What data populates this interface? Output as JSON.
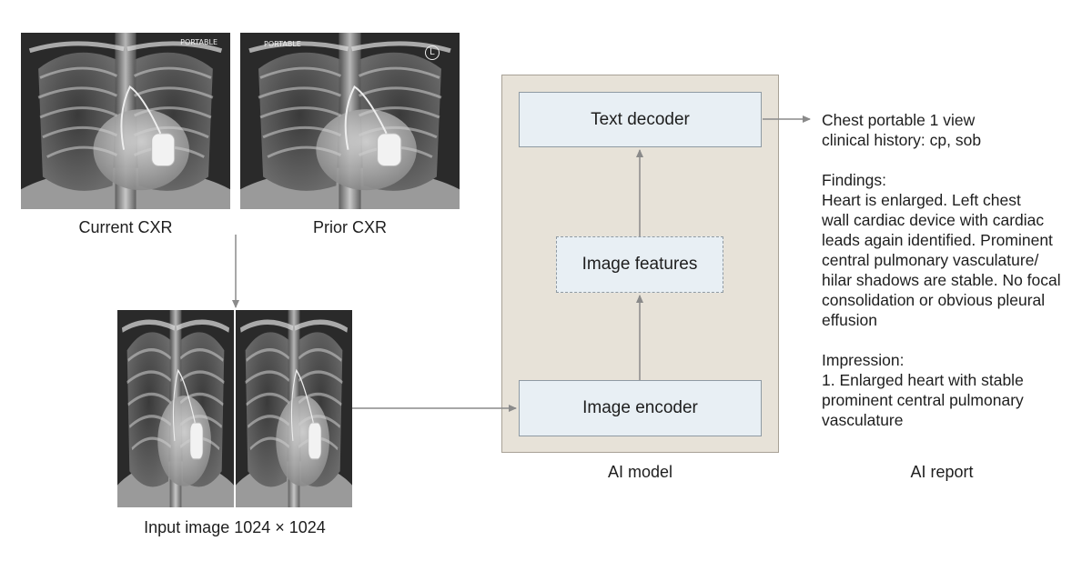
{
  "inputs": {
    "current_caption": "Current CXR",
    "prior_caption": "Prior CXR",
    "current_marker": "PORTABLE",
    "prior_marker": "PORTABLE",
    "side_marker": "L",
    "combined_caption": "Input image 1024 × 1024"
  },
  "model": {
    "label": "AI model",
    "text_decoder": "Text decoder",
    "image_features": "Image features",
    "image_encoder": "Image encoder"
  },
  "report": {
    "label": "AI report",
    "lines": [
      "Chest portable 1 view",
      "clinical history: cp, sob",
      "",
      "Findings:",
      "Heart is enlarged. Left chest",
      "wall cardiac device with cardiac",
      "leads again identified. Prominent",
      "central pulmonary vasculature/",
      "hilar shadows are stable. No focal",
      "consolidation or obvious pleural",
      "effusion",
      "",
      "Impression:",
      "1. Enlarged heart with stable",
      "prominent central pulmonary",
      "vasculature"
    ]
  },
  "colors": {
    "panel": "#e7e2d8",
    "block": "#e8eff4",
    "arrow": "#8a8a8a"
  }
}
